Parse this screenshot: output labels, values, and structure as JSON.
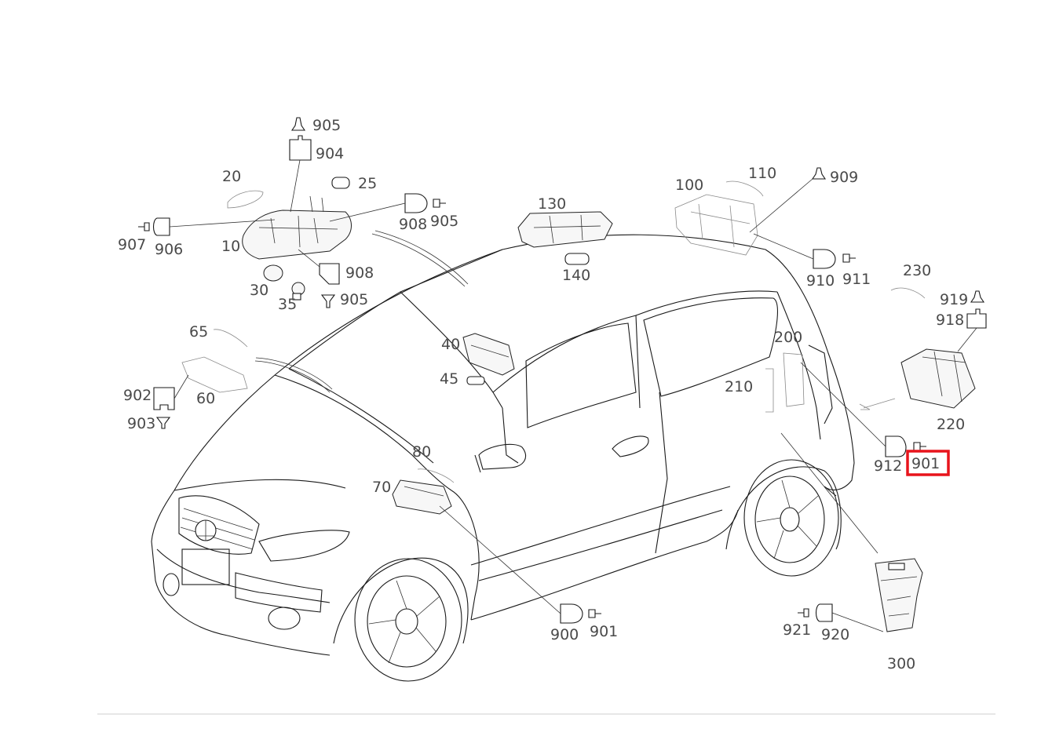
{
  "highlight_color": "#e8141c",
  "highlighted_label": "901",
  "labels": {
    "p905a": "905",
    "p904": "904",
    "p20": "20",
    "p25": "25",
    "p908a": "908",
    "p905b": "905",
    "p907": "907",
    "p906": "906",
    "p10": "10",
    "p908b": "908",
    "p30": "30",
    "p35": "35",
    "p905c": "905",
    "p130": "130",
    "p140": "140",
    "p100": "100",
    "p110": "110",
    "p909": "909",
    "p910": "910",
    "p911": "911",
    "p230": "230",
    "p919": "919",
    "p918": "918",
    "p220": "220",
    "p200": "200",
    "p210": "210",
    "p912": "912",
    "p901a": "901",
    "p65": "65",
    "p60": "60",
    "p902": "902",
    "p903": "903",
    "p40": "40",
    "p45": "45",
    "p80": "80",
    "p70": "70",
    "p900": "900",
    "p901b": "901",
    "p921": "921",
    "p920": "920",
    "p300": "300"
  }
}
